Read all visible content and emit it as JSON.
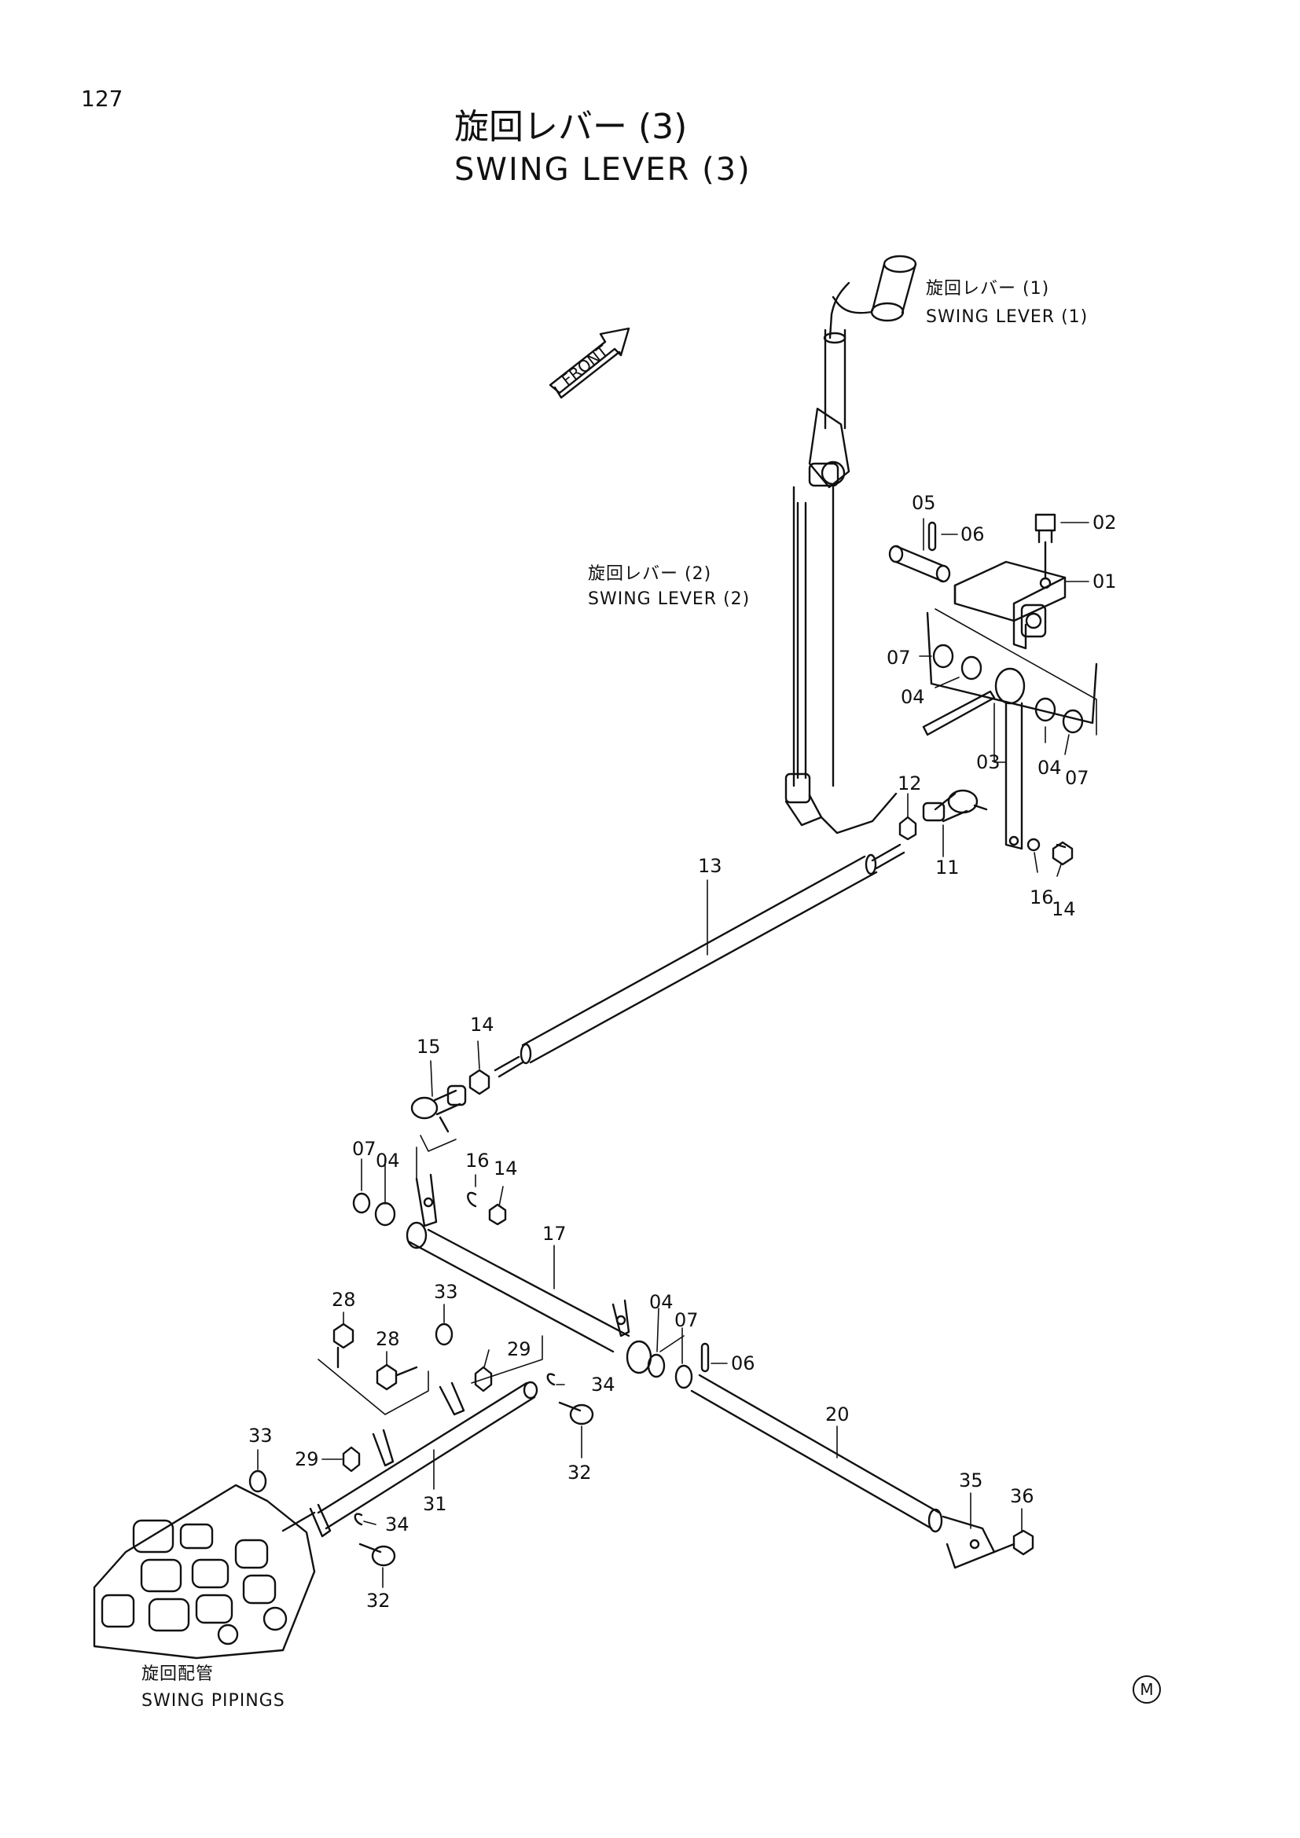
{
  "page_number": "127",
  "title": {
    "jp": "旋回レバー (3)",
    "en": "SWING LEVER (3)"
  },
  "front_arrow": "FRONT",
  "references": {
    "swing_lever_1": {
      "jp": "旋回レバー (1)",
      "en": "SWING LEVER (1)"
    },
    "swing_lever_2": {
      "jp": "旋回レバー (2)",
      "en": "SWING LEVER (2)"
    },
    "swing_pipings": {
      "jp": "旋回配管",
      "en": "SWING PIPINGS"
    }
  },
  "callouts": [
    "01",
    "02",
    "03",
    "04",
    "04",
    "04",
    "04",
    "05",
    "06",
    "06",
    "07",
    "07",
    "07",
    "07",
    "11",
    "12",
    "13",
    "14",
    "14",
    "14",
    "15",
    "16",
    "16",
    "17",
    "20",
    "28",
    "28",
    "29",
    "29",
    "31",
    "32",
    "32",
    "33",
    "33",
    "34",
    "34",
    "35",
    "36"
  ],
  "maker_mark": "M"
}
